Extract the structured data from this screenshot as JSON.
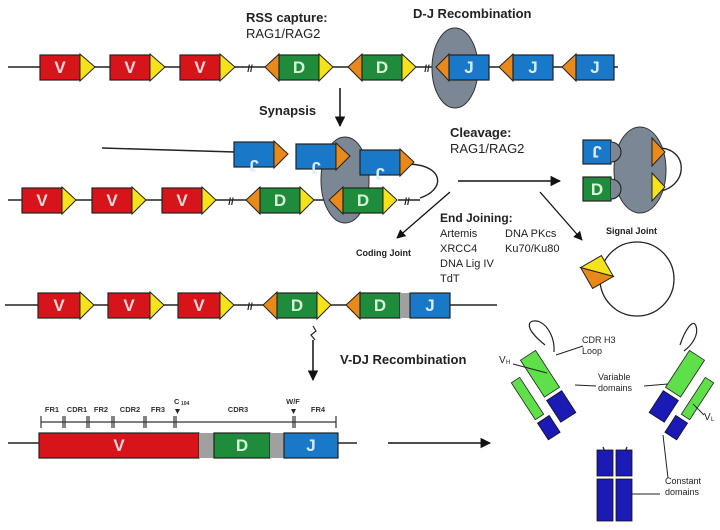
{
  "colors": {
    "v_segment": "#d8141b",
    "d_segment": "#1f8c3b",
    "j_segment": "#1a78c8",
    "rss_12": "#f5e21b",
    "rss_23": "#e8891a",
    "rag_complex": "#7b8794",
    "variable_domain": "#5fe04a",
    "constant_domain": "#1c1ab4",
    "junction_gray": "#a0a0a0",
    "segment_text_v": "#ffd9d9",
    "segment_text_dj": "#d8f5d8"
  },
  "segments": {
    "v": "V",
    "d": "D",
    "j": "J"
  },
  "labels": {
    "rss_capture_title": "RSS capture:",
    "rss_capture_enzymes": "RAG1/RAG2",
    "dj_recombination": "D-J Recombination",
    "synapsis": "Synapsis",
    "cleavage_title": "Cleavage:",
    "cleavage_enzymes": "RAG1/RAG2",
    "signal_joint": "Signal Joint",
    "coding_joint": "Coding Joint",
    "end_joining_title": "End Joining:",
    "end_joining_factors": [
      "Artemis",
      "XRCC4",
      "DNA Lig IV",
      "TdT",
      "DNA PKcs",
      "Ku70/Ku80"
    ],
    "vdj_recombination": "V-DJ Recombination"
  },
  "region_map": {
    "regions": [
      "FR1",
      "CDR1",
      "FR2",
      "CDR2",
      "FR3",
      "CDR3",
      "FR4"
    ],
    "c104_label": "C",
    "c104_sub": "104",
    "wf_label": "W/F"
  },
  "antibody": {
    "vh_label": "V",
    "vh_sub": "H",
    "vl_label": "V",
    "vl_sub": "L",
    "cdr_h3_line1": "CDR H3",
    "cdr_h3_line2": "Loop",
    "variable_line1": "Variable",
    "variable_line2": "domains",
    "constant_line1": "Constant",
    "constant_line2": "domains"
  },
  "break_mark": "//"
}
